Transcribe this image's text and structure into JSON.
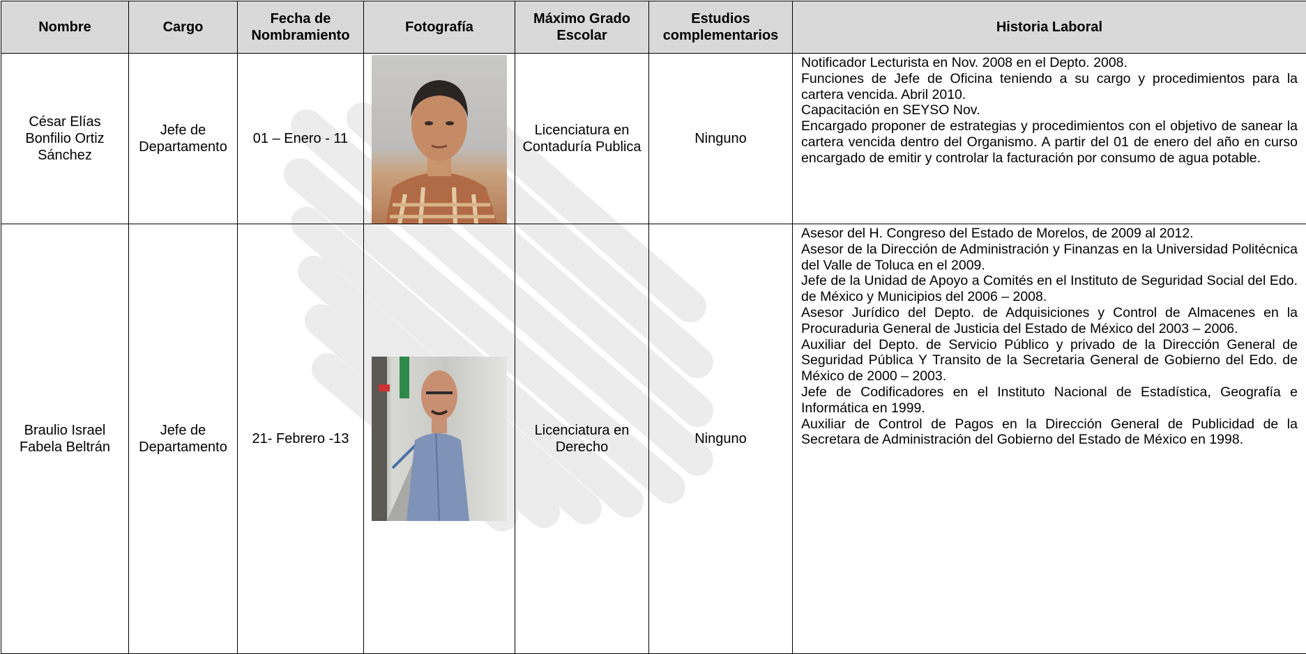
{
  "table": {
    "headers": [
      "Nombre",
      "Cargo",
      "Fecha de\nNombramiento",
      "Fotografía",
      "Máximo Grado\nEscolar",
      "Estudios\ncomplementarios",
      "Historia Laboral"
    ],
    "rows": [
      {
        "nombre": "César Elías Bonfilio Ortiz Sánchez",
        "cargo": "Jefe de Departamento",
        "fecha": "01 – Enero - 11",
        "grado": "Licenciatura en Contaduría Publica",
        "estudios": "Ninguno",
        "historia": [
          "Notificador Lecturista en Nov. 2008 en el Depto. 2008.",
          "Funciones de Jefe de Oficina teniendo a su cargo y procedimientos para la cartera vencida. Abril 2010.",
          "Capacitación en SEYSO Nov.",
          "Encargado proponer de estrategias y procedimientos con el objetivo de sanear la cartera vencida dentro del Organismo. A partir del 01 de enero del año en curso encargado de emitir y controlar la facturación por consumo de agua potable."
        ]
      },
      {
        "nombre": "Braulio Israel Fabela Beltrán",
        "cargo": "Jefe de Departamento",
        "fecha": "21- Febrero -13",
        "grado": "Licenciatura en Derecho",
        "estudios": "Ninguno",
        "historia": [
          "Asesor del H. Congreso del Estado de Morelos, de 2009 al 2012.",
          "Asesor de la Dirección de Administración y Finanzas en la Universidad Politécnica del Valle de Toluca en el 2009.",
          "Jefe de la Unidad de Apoyo a Comités en el Instituto de Seguridad Social del Edo. de México y Municipios del 2006 – 2008.",
          "Asesor Jurídico del Depto. de Adquisiciones y Control de Almacenes en la Procuraduria General de Justicia del Estado de México del 2003 – 2006.",
          "Auxiliar del Depto. de Servicio Público y privado de la Dirección General de Seguridad Pública Y Transito de la Secretaria General de Gobierno del Edo. de México de 2000 – 2003.",
          "Jefe de Codificadores en el Instituto Nacional de Estadística, Geografía e Informática en 1999.",
          " Auxiliar de Control de Pagos en la Dirección General de Publicidad de la Secretara de Administración del Gobierno del Estado de México en 1998."
        ]
      }
    ]
  },
  "colors": {
    "header_bg": "#d9d9d9",
    "watermark": "#ececec",
    "border": "#000000"
  }
}
